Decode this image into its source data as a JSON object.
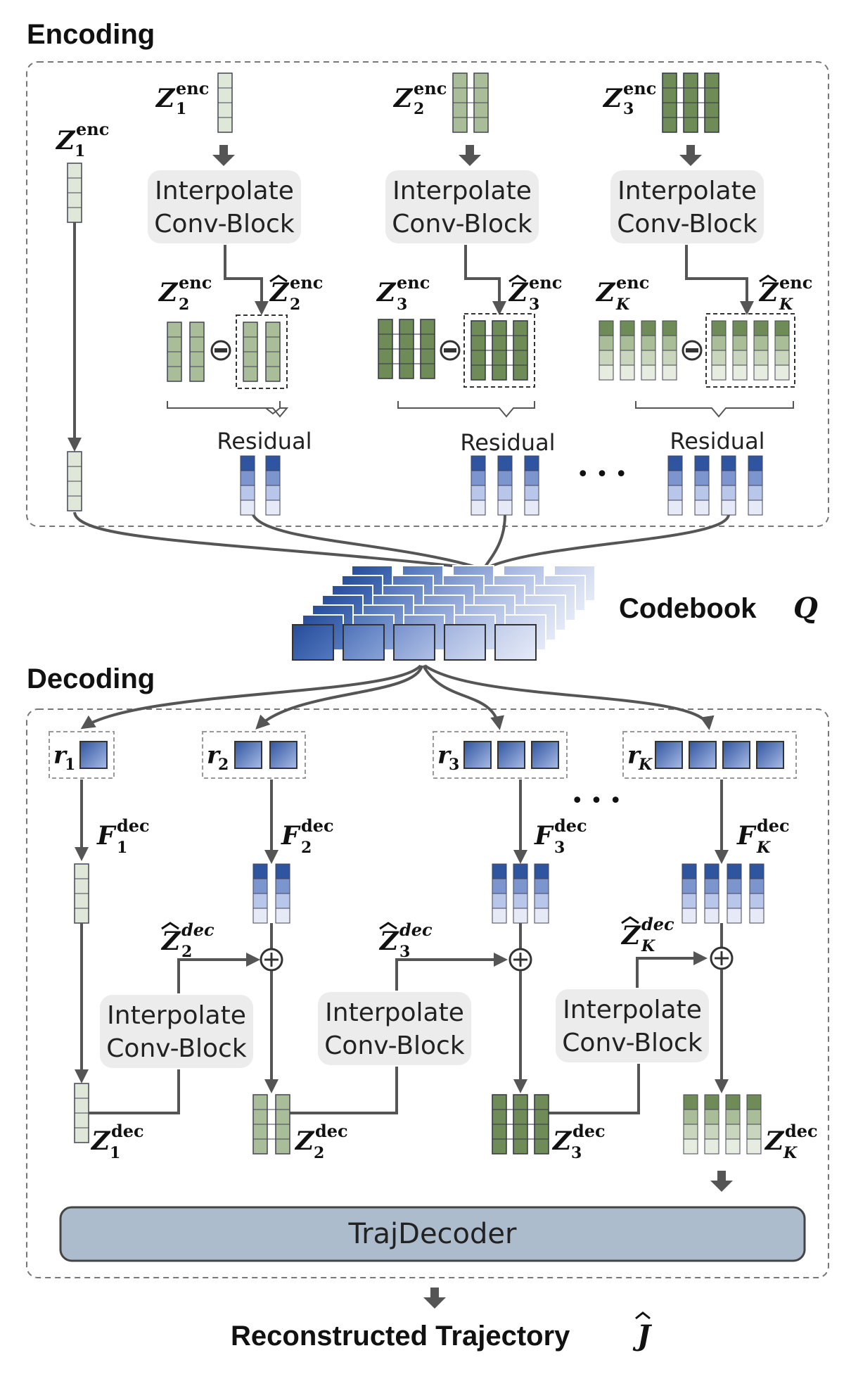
{
  "encoding_title": "Encoding",
  "decoding_title": "Decoding",
  "codebook_label": "Codebook",
  "codebook_symbol": "Q",
  "output_label": "Reconstructed Trajectory",
  "output_symbol": "J",
  "interp_line1": "Interpolate",
  "interp_line2": "Conv-Block",
  "residual_label": "Residual",
  "ellipsis": "• • •",
  "traj_decoder_label": "TrajDecoder",
  "sym_Z": "Z",
  "sym_F": "F",
  "sym_r": "r",
  "sup_enc": "enc",
  "sup_dec": "dec",
  "sub_1": "1",
  "sub_2": "2",
  "sub_3": "3",
  "sub_K": "K",
  "colors": {
    "green_light": "#dfe7d8",
    "green_mid": "#a9bd98",
    "green_dark": "#6f8c58",
    "blue_dark": "#2f54a0",
    "blue_light": "#e6eaf6",
    "box_gray": "#ececec",
    "traj_fill": "#acbccd",
    "line": "#555555"
  }
}
